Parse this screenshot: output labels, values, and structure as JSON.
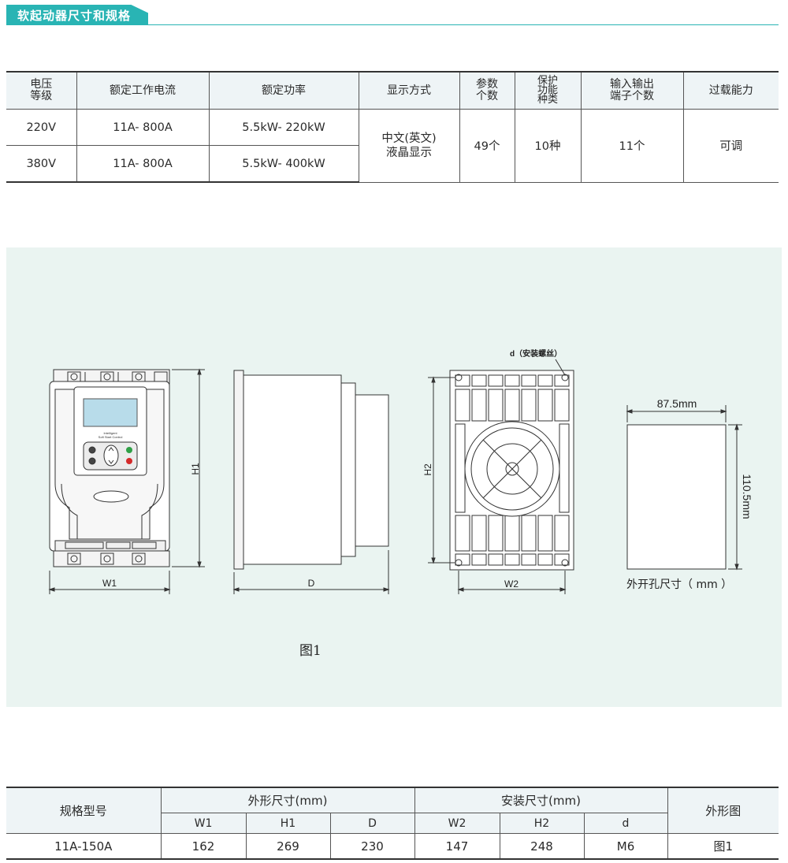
{
  "section_title": "软起动器尺寸和规格",
  "spec_table": {
    "headers": [
      "电压\n等级",
      "额定工作电流",
      "额定功率",
      "显示方式",
      "参数\n个数",
      "保护\n功能\n种类",
      "输入输出\n端子个数",
      "过载能力"
    ],
    "rows": [
      {
        "voltage": "220V",
        "current": "11A- 800A",
        "power": "5.5kW- 220kW"
      },
      {
        "voltage": "380V",
        "current": "11A- 800A",
        "power": "5.5kW- 400kW"
      }
    ],
    "display": "中文(英文)\n液晶显示",
    "params": "49个",
    "protection": "10种",
    "io": "11个",
    "overload": "可调"
  },
  "drawing": {
    "panel_title": "智能软起动控制",
    "panel_sub1": "Intelligent",
    "panel_sub2": "Soft Start Control",
    "label_w1": "W1",
    "label_h1": "H1",
    "label_d": "D",
    "label_w2": "W2",
    "label_h2": "H2",
    "label_screw": "d（安装螺丝）",
    "cut_width": "87.5mm",
    "cut_height": "110.5mm",
    "cutout_caption": "外开孔尺寸（ mm ）",
    "figure_caption": "图1"
  },
  "dim_table": {
    "model_header": "规格型号",
    "outer_header": "外形尺寸(mm)",
    "install_header": "安装尺寸(mm)",
    "shape_header": "外形图",
    "sub_headers": [
      "W1",
      "H1",
      "D",
      "W2",
      "H2",
      "d"
    ],
    "row": {
      "model": "11A-150A",
      "values": [
        "162",
        "269",
        "230",
        "147",
        "248",
        "M6"
      ],
      "shape": "图1"
    }
  },
  "colors": {
    "accent": "#29b4b4",
    "panel_bg": "#eaf4f1"
  }
}
